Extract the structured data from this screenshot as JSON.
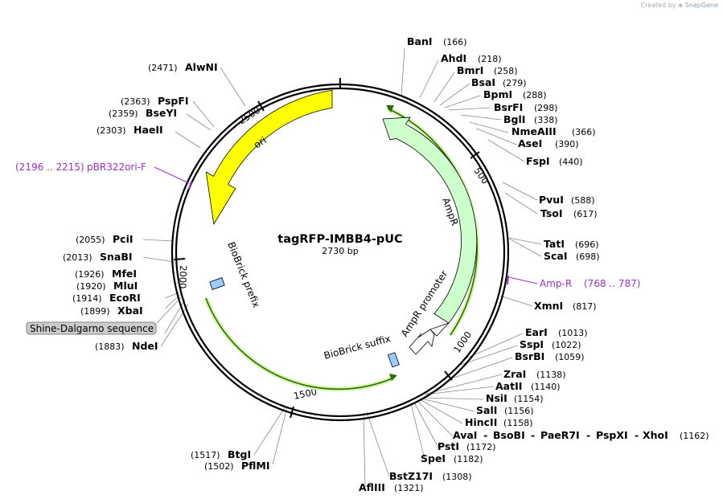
{
  "header": {
    "credit_prefix": "Created by",
    "credit_brand": "SnapGene"
  },
  "plasmid": {
    "name": "tagRFP-IMBB4-pUC",
    "size_label": "2730 bp"
  },
  "ticks": [
    "500",
    "1000",
    "1500",
    "2000",
    "2500"
  ],
  "features": {
    "ori": "ori",
    "ampr": "AmpR",
    "ampr_promoter": "AmpR promoter",
    "biobrick_prefix": "BioBrick prefix",
    "biobrick_suffix": "BioBrick suffix",
    "shine_dalgarno": "Shine-Dalgarno sequence"
  },
  "primers": [
    {
      "name": "pBR322ori-F",
      "range": "(2196 .. 2215)"
    },
    {
      "name": "Amp-R",
      "range": "(768 .. 787)"
    }
  ],
  "sites": [
    {
      "name": "BanI",
      "pos": "(166)"
    },
    {
      "name": "AhdI",
      "pos": "(218)"
    },
    {
      "name": "BmrI",
      "pos": "(258)"
    },
    {
      "name": "BsaI",
      "pos": "(279)"
    },
    {
      "name": "BpmI",
      "pos": "(288)"
    },
    {
      "name": "BsrFI",
      "pos": "(298)"
    },
    {
      "name": "BglI",
      "pos": "(338)"
    },
    {
      "name": "NmeAIII",
      "pos": "(366)"
    },
    {
      "name": "AseI",
      "pos": "(390)"
    },
    {
      "name": "FspI",
      "pos": "(440)"
    },
    {
      "name": "PvuI",
      "pos": "(588)"
    },
    {
      "name": "TsoI",
      "pos": "(617)"
    },
    {
      "name": "TatI",
      "pos": "(696)"
    },
    {
      "name": "ScaI",
      "pos": "(698)"
    },
    {
      "name": "XmnI",
      "pos": "(817)"
    },
    {
      "name": "EarI",
      "pos": "(1013)"
    },
    {
      "name": "SspI",
      "pos": "(1022)"
    },
    {
      "name": "BsrBI",
      "pos": "(1059)"
    },
    {
      "name": "ZraI",
      "pos": "(1138)"
    },
    {
      "name": "AatII",
      "pos": "(1140)"
    },
    {
      "name": "NsiI",
      "pos": "(1154)"
    },
    {
      "name": "SalI",
      "pos": "(1156)"
    },
    {
      "name": "HincII",
      "pos": "(1158)"
    },
    {
      "name": "AvaI",
      "pos": ""
    },
    {
      "name": "BsoBI",
      "pos": ""
    },
    {
      "name": "PaeR7I",
      "pos": ""
    },
    {
      "name": "PspXI",
      "pos": ""
    },
    {
      "name": "XhoI",
      "pos": "(1162)"
    },
    {
      "name": "PstI",
      "pos": "(1172)"
    },
    {
      "name": "SpeI",
      "pos": "(1182)"
    },
    {
      "name": "BstZ17I",
      "pos": "(1308)"
    },
    {
      "name": "AflIII",
      "pos": "(1321)"
    },
    {
      "name": "PflMI",
      "pos": "(1502)"
    },
    {
      "name": "BtgI",
      "pos": "(1517)"
    },
    {
      "name": "NdeI",
      "pos": "(1883)"
    },
    {
      "name": "XbaI",
      "pos": "(1899)"
    },
    {
      "name": "EcoRI",
      "pos": "(1914)"
    },
    {
      "name": "MluI",
      "pos": "(1920)"
    },
    {
      "name": "MfeI",
      "pos": "(1926)"
    },
    {
      "name": "SnaBI",
      "pos": "(2013)"
    },
    {
      "name": "PciI",
      "pos": "(2055)"
    },
    {
      "name": "HaeII",
      "pos": "(2303)"
    },
    {
      "name": "BseYI",
      "pos": "(2359)"
    },
    {
      "name": "PspFI",
      "pos": "(2363)"
    },
    {
      "name": "AlwNI",
      "pos": "(2471)"
    }
  ],
  "colors": {
    "ori": "#ffff00",
    "ampr": "#ccffcc",
    "ampr_promoter": "#ffffff",
    "biobrick": "#99ccff",
    "primer": "#9b2fc6",
    "orf_line": "#2e6b00",
    "orf_halo": "#d6f5b0",
    "backbone": "#000000"
  }
}
